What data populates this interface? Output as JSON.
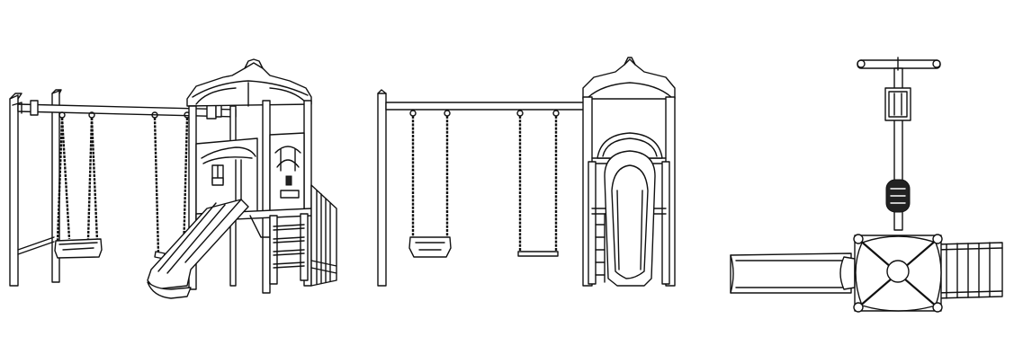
{
  "views": [
    {
      "id": "perspective",
      "icon": "playset-perspective-icon"
    },
    {
      "id": "front",
      "icon": "playset-front-elevation-icon"
    },
    {
      "id": "top",
      "icon": "playset-plan-view-icon"
    }
  ],
  "colors": {
    "line": "#111111",
    "background": "#ffffff"
  }
}
